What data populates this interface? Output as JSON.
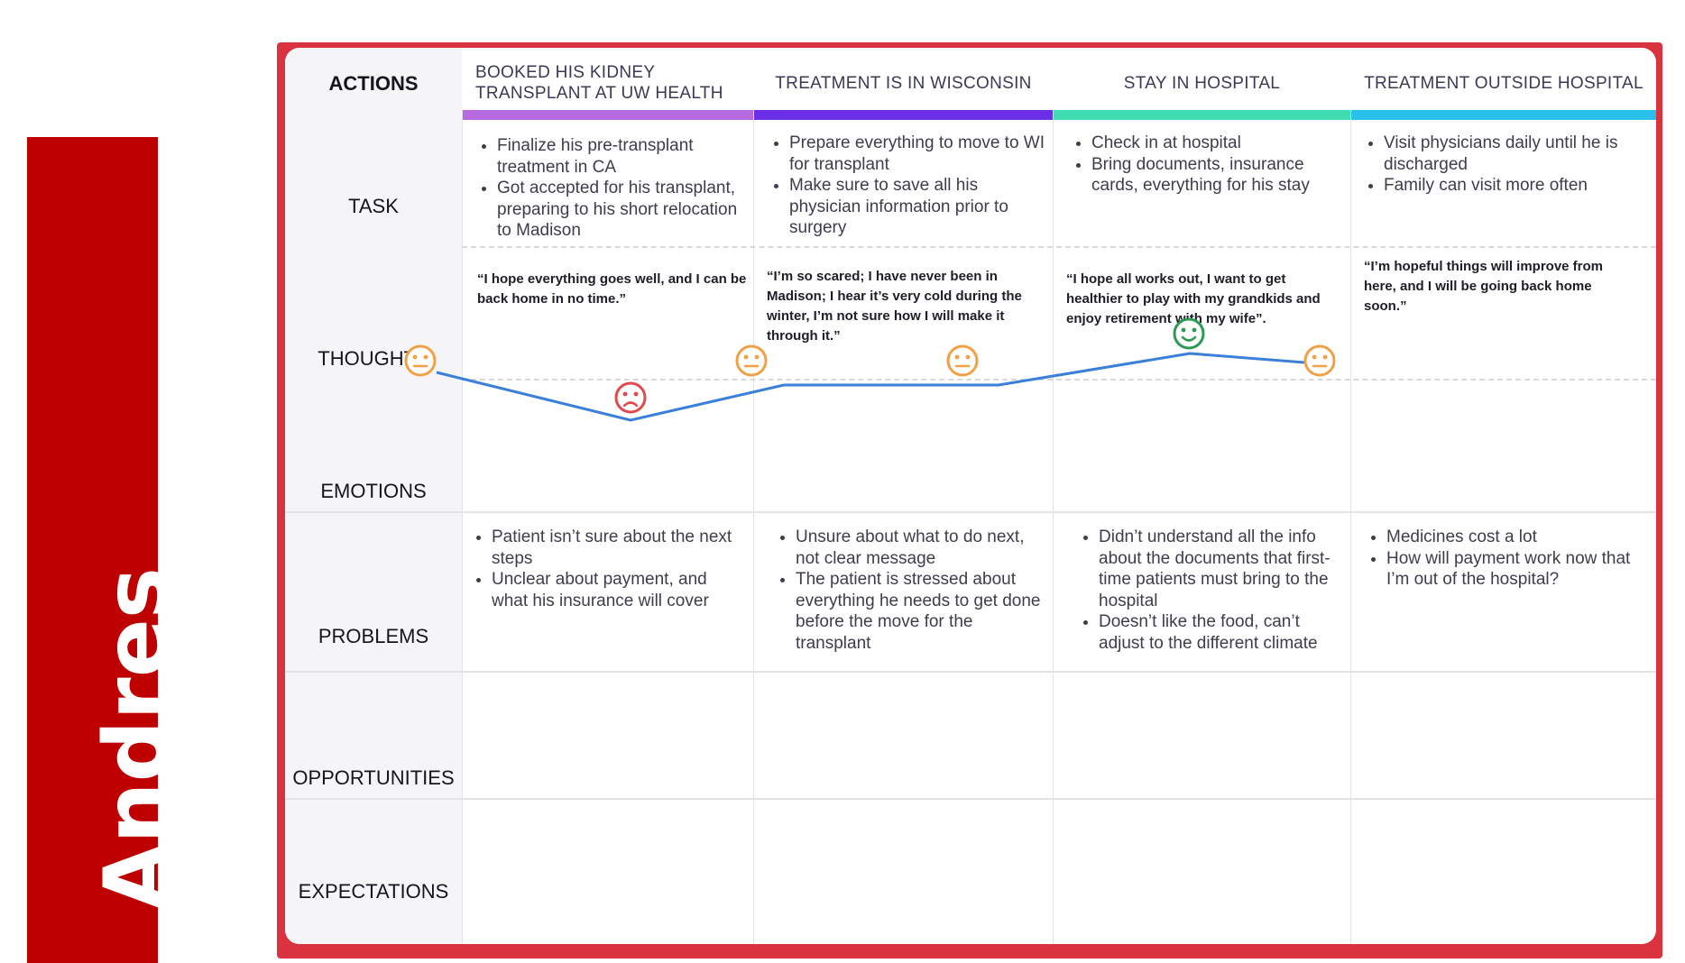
{
  "persona": {
    "name": "Andres",
    "bar_color": "#bf0000"
  },
  "rows": {
    "actions": "ACTIONS",
    "task": "TASK",
    "thoughts": "THOUGHTS",
    "emotions": "EMOTIONS",
    "problems": "PROBLEMS",
    "opportunities": "OPPORTUNITIES",
    "expectations": "EXPECTATIONS"
  },
  "stages": [
    {
      "action": "BOOKED HIS KIDNEY TRANSPLANT AT UW HEALTH",
      "color": "#b86ae0",
      "tasks": [
        "Finalize his pre-transplant treatment in CA",
        "Got accepted for his transplant, preparing to his short relocation to Madison"
      ],
      "thought": "“I hope everything goes well, and I can be back home in no time.”",
      "problems": [
        "Patient isn’t sure about the next steps",
        "Unclear about payment, and what his insurance will cover"
      ]
    },
    {
      "action": "TREATMENT IS IN WISCONSIN",
      "color": "#6a2fe6",
      "tasks": [
        "Prepare everything to move to WI for transplant",
        "Make sure to save all his physician information prior to surgery"
      ],
      "thought": "“I’m so scared; I have never been in Madison; I hear it’s very cold during the winter, I’m not sure how I will make it through it.”",
      "problems": [
        "Unsure about what to do next, not clear message",
        "The patient is stressed about everything he needs to get done before the move for the transplant"
      ]
    },
    {
      "action": "STAY IN HOSPITAL",
      "color": "#3fdcb2",
      "tasks": [
        "Check in at hospital",
        "Bring documents, insurance cards, everything for his stay"
      ],
      "thought": "“I hope all works out, I want to get healthier to play with my grandkids and enjoy retirement with my wife”.",
      "problems": [
        "Didn’t understand all the info about the documents that first-time patients must bring to the hospital",
        "Doesn’t like the food, can’t adjust to the different climate"
      ]
    },
    {
      "action": "TREATMENT OUTSIDE HOSPITAL",
      "color": "#27c1ea",
      "tasks": [
        "Visit physicians daily until he is discharged",
        "Family can visit more often"
      ],
      "thought": "“I’m hopeful things will improve from here, and I will be going back home soon.”",
      "problems": [
        "Medicines cost a lot",
        "How will payment work now that I’m out of the hospital?"
      ]
    }
  ],
  "emotion_curve": {
    "line_color": "#3a7fd9",
    "points": [
      {
        "mood": "neutral",
        "level": 0.5
      },
      {
        "mood": "sad",
        "level": 0.0
      },
      {
        "mood": "neutral",
        "level": 0.5
      },
      {
        "mood": "neutral",
        "level": 0.5
      },
      {
        "mood": "happy",
        "level": 1.0
      },
      {
        "mood": "neutral",
        "level": 0.5
      }
    ],
    "mood_colors": {
      "neutral": "#f2a046",
      "sad": "#e2494e",
      "happy": "#2a9a55"
    }
  },
  "frame_color": "#d8333f"
}
